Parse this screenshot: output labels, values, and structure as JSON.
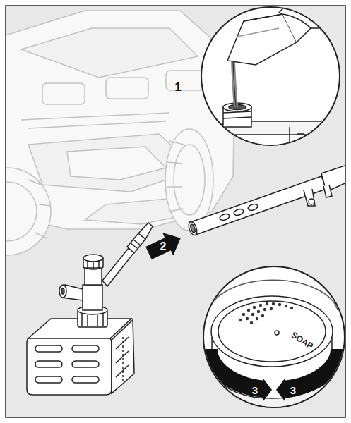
{
  "diagram": {
    "labels": [
      "1",
      "2",
      "3",
      "3",
      "SOAP"
    ]
  }
}
